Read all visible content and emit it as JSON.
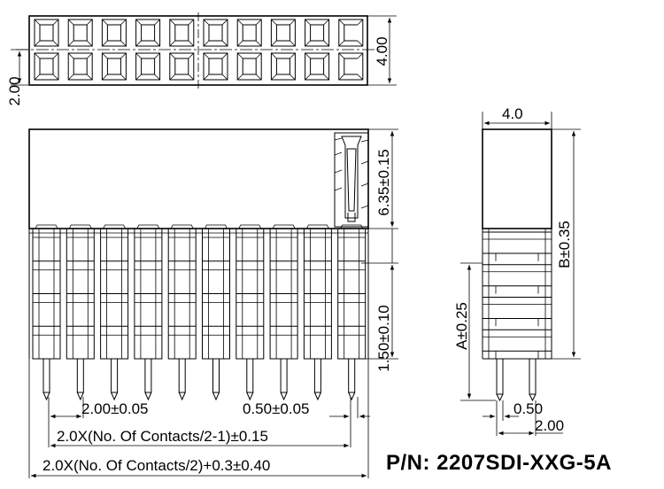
{
  "part_number": "P/N: 2207SDI-XXG-5A",
  "top_view": {
    "columns": 10,
    "dim_height": "4.00",
    "dim_pitch": "2.00"
  },
  "front_view": {
    "columns": 10,
    "rows": 4,
    "dim_upper": "6.35±0.15",
    "dim_lower": "1.50±0.10",
    "dim_pitch": "2.00±0.05",
    "dim_pin": "0.50±0.05",
    "dim_half": "2.0X(No. Of Contacts/2-1)±0.15",
    "dim_total": "2.0X(No. Of Contacts/2)+0.3±0.40"
  },
  "side_view": {
    "dim_width": "4.0",
    "dim_b": "B±0.35",
    "dim_a": "A±0.25",
    "dim_pin": "0.50",
    "dim_pitch": "2.00"
  }
}
